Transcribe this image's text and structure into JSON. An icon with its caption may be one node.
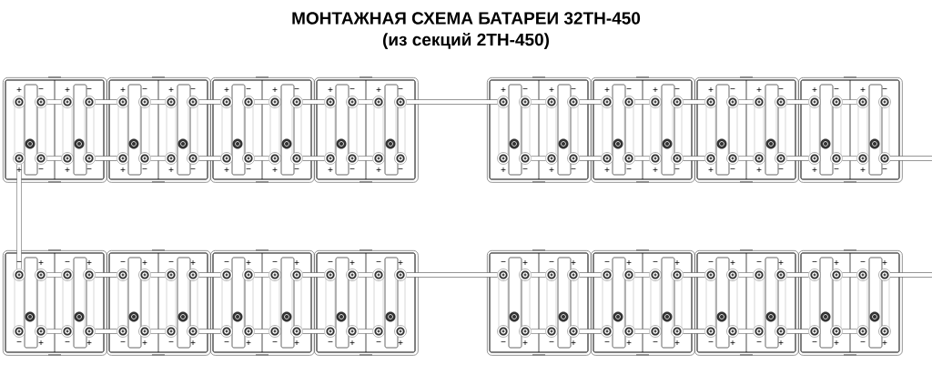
{
  "diagram": {
    "title": "МОНТАЖНАЯ СХЕМА БАТАРЕИ 32ТН-450",
    "nodes": [
      {
        "text": [],
        "shape": "box"
      },
      {
        "text": [],
        "shape": "box"
      },
      {
        "text": [],
        "shape": "box"
      },
      {
        "text": [],
        "shape": "box"
      },
      {
        "text": [],
        "shape": "box"
      },
      {
        "text": [],
        "shape": "box"
      },
      {
        "text": [],
        "shape": "box"
      },
      {
        "text": [],
        "shape": "box"
      },
      {
        "text": [],
        "shape": "box"
      },
      {
        "text": [],
        "shape": "box"
      },
      {
        "text": [],
        "shape": "box"
      },
      {
        "text": [],
        "shape": "box"
      },
      {
        "text": [],
        "shape": "box"
      },
      {
        "text": [],
        "shape": "box"
      },
      {
        "text": [],
        "shape": "box"
      },
      {
        "text": [],
        "shape": "box"
      }
    ],
    "edges": [
      {
        "from": 0,
        "to": 1,
        "arrow": "none"
      },
      {
        "from": 1,
        "to": 2,
        "arrow": "none"
      },
      {
        "from": 2,
        "to": 3,
        "arrow": "none"
      },
      {
        "from": 3,
        "to": 4,
        "arrow": "none"
      },
      {
        "from": 4,
        "to": 5,
        "arrow": "none"
      },
      {
        "from": 5,
        "to": 6,
        "arrow": "none"
      },
      {
        "from": 6,
        "to": 7,
        "arrow": "none"
      },
      {
        "from": 0,
        "to": 8,
        "arrow": "none"
      },
      {
        "from": 8,
        "to": 9,
        "arrow": "none"
      },
      {
        "from": 9,
        "to": 10,
        "arrow": "none"
      },
      {
        "from": 10,
        "to": 11,
        "arrow": "none"
      },
      {
        "from": 11,
        "to": 12,
        "arrow": "none"
      },
      {
        "from": 12,
        "to": 13,
        "arrow": "none"
      },
      {
        "from": 13,
        "to": 14,
        "arrow": "none"
      },
      {
        "from": 14,
        "to": 15,
        "arrow": "none"
      },
      {
        "from": 7,
        "to": null,
        "arrow": "none"
      },
      {
        "from": 15,
        "to": null,
        "arrow": "none"
      }
    ],
    "labels": [
      "(из секций 2ТН-450)",
      "+",
      "−",
      "+",
      "−",
      "+",
      "−",
      "+",
      "−",
      "+",
      "−",
      "+",
      "−",
      "+",
      "−",
      "+",
      "−",
      "+",
      "−",
      "+",
      "−",
      "+",
      "−",
      "+",
      "−",
      "+",
      "−",
      "+",
      "−",
      "+",
      "−",
      "+",
      "−",
      "+",
      "−",
      "+",
      "−",
      "+",
      "−",
      "+",
      "−",
      "+",
      "−",
      "+",
      "−",
      "+",
      "−",
      "+",
      "−",
      "+",
      "−",
      "+",
      "−",
      "+",
      "−",
      "+",
      "−",
      "+",
      "−",
      "+",
      "−",
      "+",
      "−",
      "+",
      "−",
      "−",
      "+",
      "−",
      "+",
      "−",
      "+",
      "−",
      "+",
      "−",
      "+",
      "−",
      "+",
      "−",
      "+",
      "−",
      "+",
      "−",
      "+",
      "−",
      "+",
      "−",
      "+",
      "−",
      "+",
      "−",
      "+",
      "−",
      "+",
      "−",
      "+",
      "−",
      "+",
      "−",
      "+",
      "−",
      "+",
      "−",
      "+",
      "−",
      "+",
      "−",
      "+",
      "−",
      "+",
      "−",
      "+",
      "−",
      "+",
      "−",
      "+",
      "−",
      "+",
      "−",
      "+",
      "−",
      "+",
      "−",
      "+",
      "−",
      "+",
      "−",
      "+",
      "−",
      "+"
    ]
  }
}
